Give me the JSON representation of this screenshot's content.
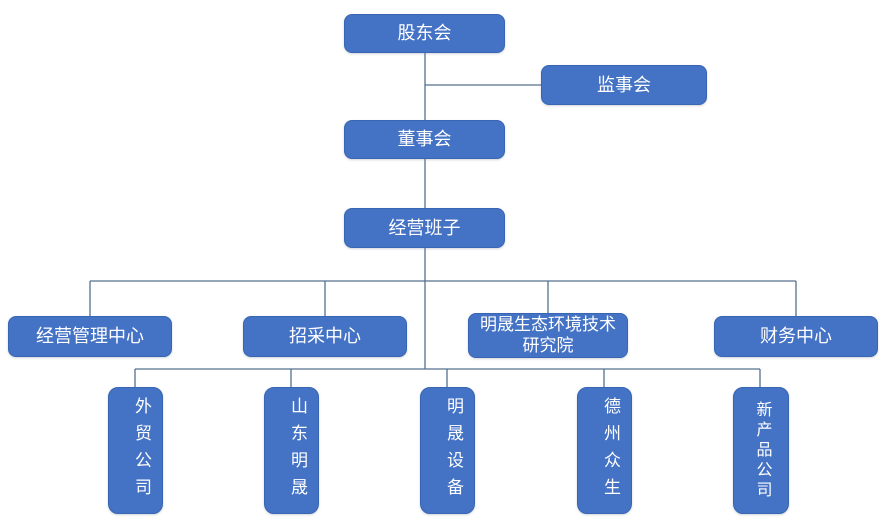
{
  "org": {
    "nodes": {
      "shareholders": "股东会",
      "supervisory": "监事会",
      "board": "董事会",
      "management": "经营班子",
      "center_mgmt": "经营管理中心",
      "center_procurement": "招采中心",
      "center_institute": "明晟生态环境技术研究院",
      "center_finance": "财务中心",
      "sub_foreign_trade": "外贸公司",
      "sub_shandong_mingsheng": "山东明晟",
      "sub_mingsheng_equipment": "明晟设备",
      "sub_dezhou_zhongsheng": "德州众生",
      "sub_new_products": "新产品公司"
    },
    "edges": [
      {
        "from": "股东会",
        "to": "监事会"
      },
      {
        "from": "股东会",
        "to": "董事会"
      },
      {
        "from": "董事会",
        "to": "经营班子"
      },
      {
        "from": "经营班子",
        "to": "经营管理中心"
      },
      {
        "from": "经营班子",
        "to": "招采中心"
      },
      {
        "from": "经营班子",
        "to": "明晟生态环境技术研究院"
      },
      {
        "from": "经营班子",
        "to": "财务中心"
      },
      {
        "from": "经营班子",
        "to": "外贸公司"
      },
      {
        "from": "经营班子",
        "to": "山东明晟"
      },
      {
        "from": "经营班子",
        "to": "明晟设备"
      },
      {
        "from": "经营班子",
        "to": "德州众生"
      },
      {
        "from": "经营班子",
        "to": "新产品公司"
      }
    ],
    "colors": {
      "node_fill": "#4472C4",
      "node_border": "#3866B2",
      "connector": "#53708E",
      "text": "#FFFFFF",
      "background": "#FFFFFF"
    }
  }
}
